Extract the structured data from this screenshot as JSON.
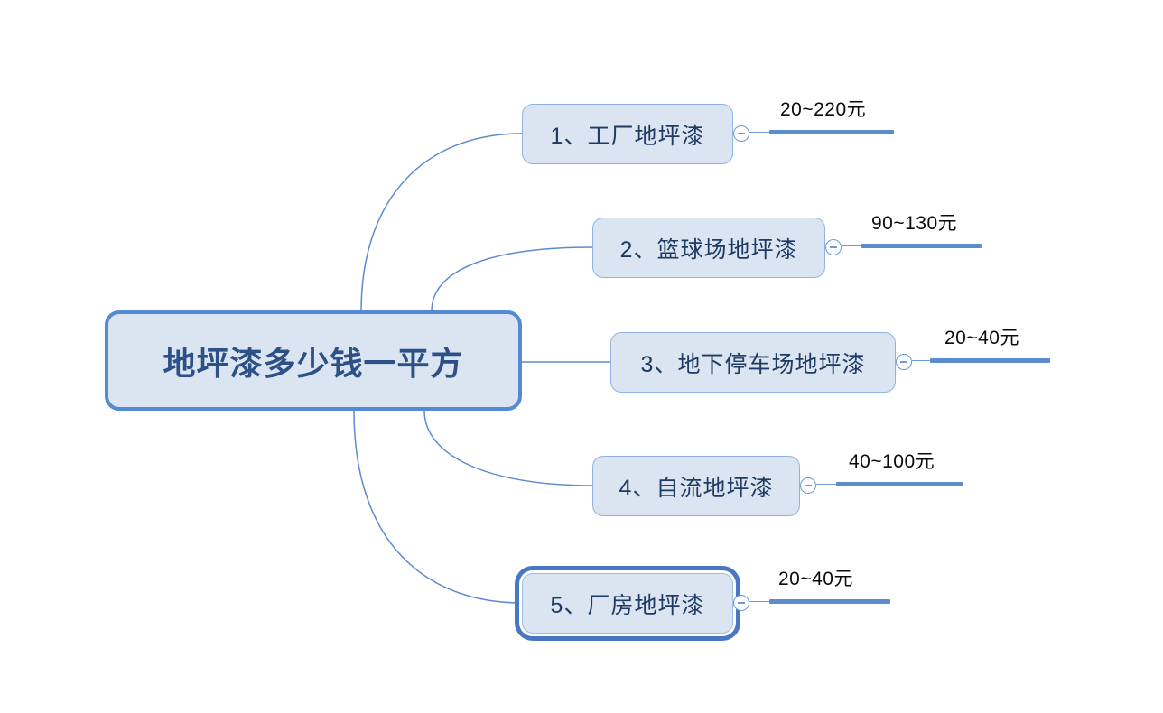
{
  "diagram": {
    "type": "mind-map",
    "background_color": "#ffffff",
    "accent_color": "#5b8ccd",
    "node_fill_color": "#dbe5f1",
    "node_border_color": "#8fb4e0",
    "central_border_color": "#548ad4",
    "central_text_color": "#2d5186",
    "branch_text_color": "#1f3a63",
    "price_text_color": "#0b0b0b",
    "selection_ring_color": "#4a77c4",
    "central": {
      "label": "地坪漆多少钱一平方"
    },
    "branches": [
      {
        "label": "1、工厂地坪漆",
        "price": "20~220元",
        "toggle_icon": "collapse-minus-icon",
        "selected": false
      },
      {
        "label": "2、篮球场地坪漆",
        "price": "90~130元",
        "toggle_icon": "collapse-minus-icon",
        "selected": false
      },
      {
        "label": "3、地下停车场地坪漆",
        "price": "20~40元",
        "toggle_icon": "collapse-minus-icon",
        "selected": false
      },
      {
        "label": "4、自流地坪漆",
        "price": "40~100元",
        "toggle_icon": "collapse-minus-icon",
        "selected": false
      },
      {
        "label": "5、厂房地坪漆",
        "price": "20~40元",
        "toggle_icon": "collapse-minus-icon",
        "selected": true
      }
    ]
  }
}
